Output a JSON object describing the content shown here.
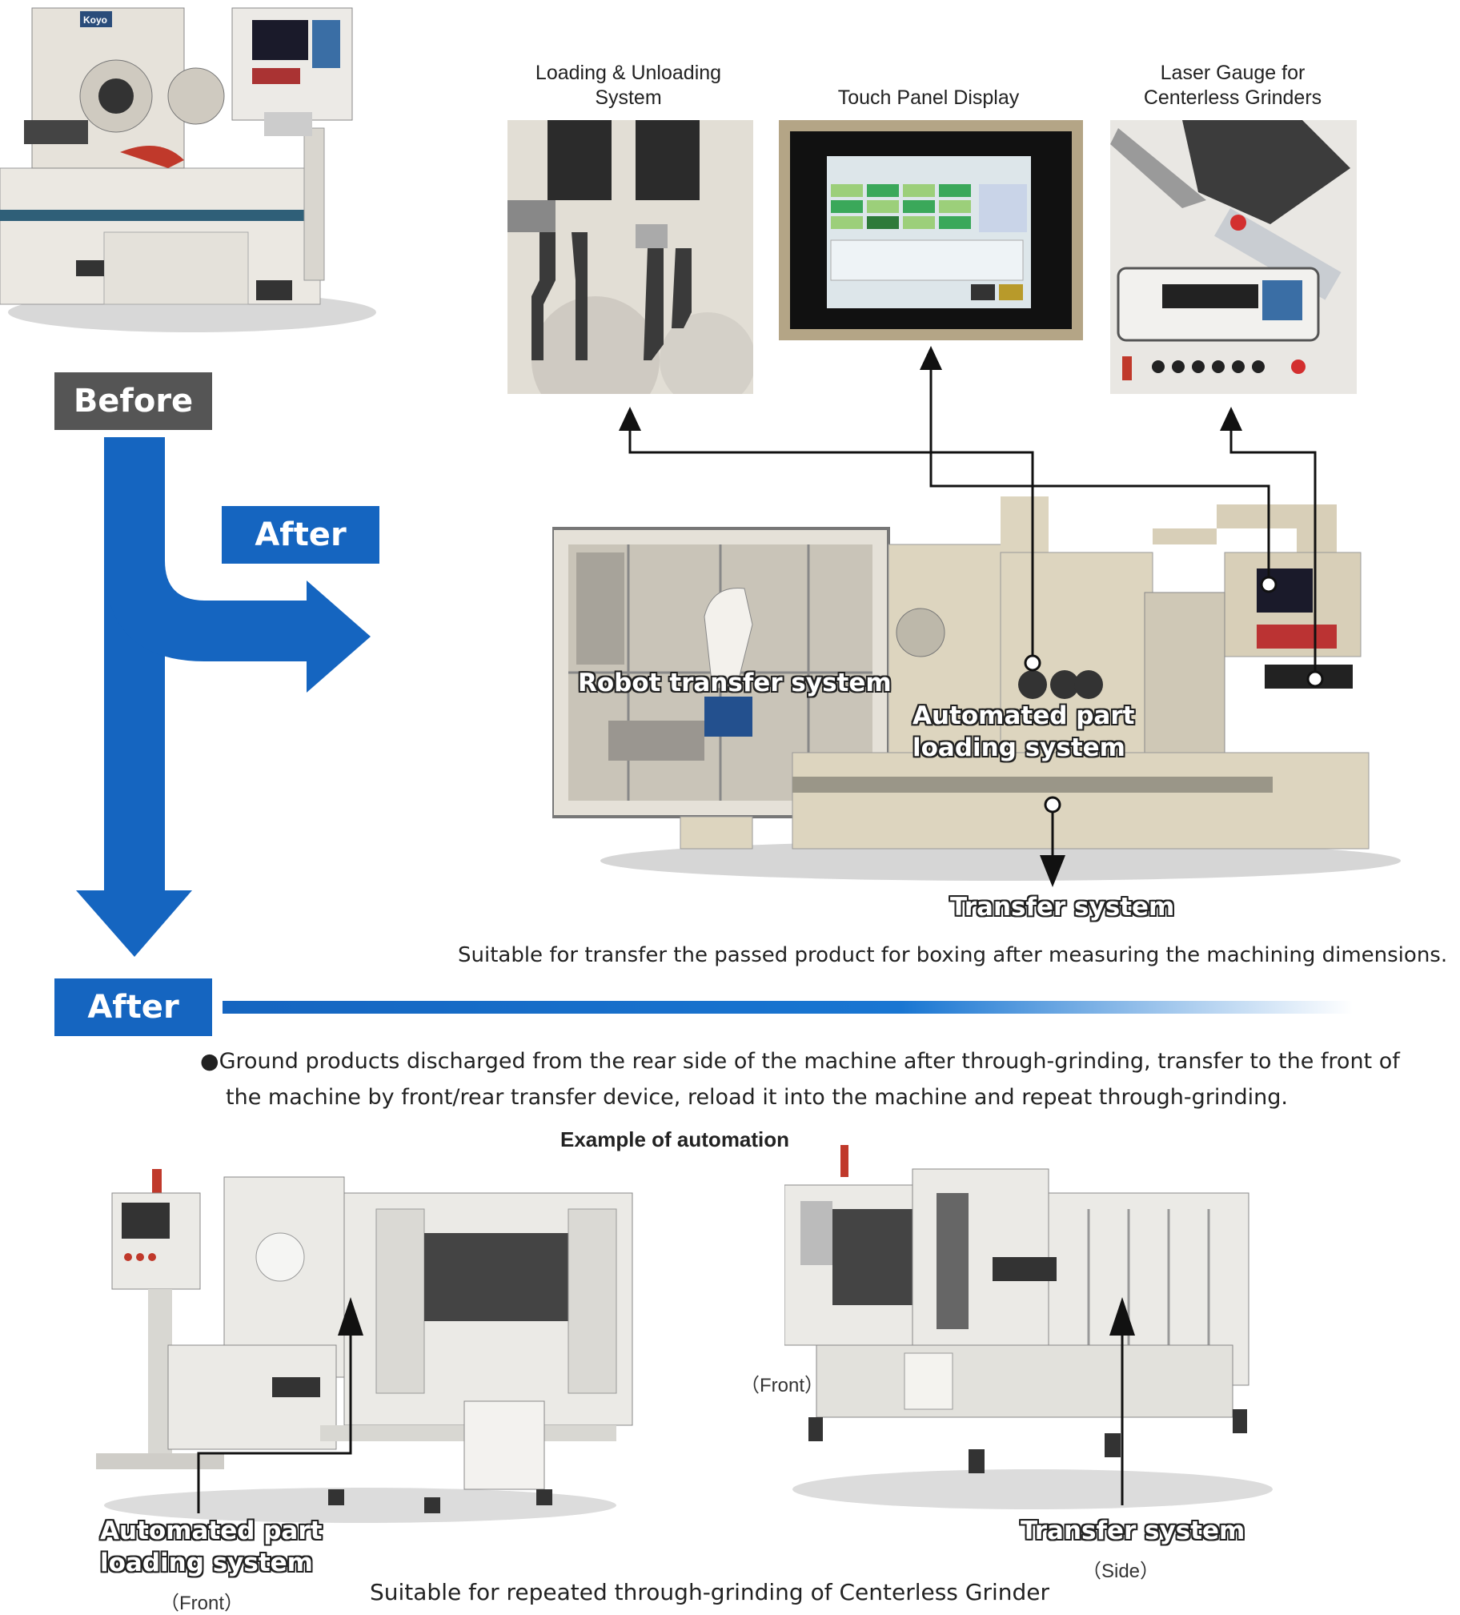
{
  "labels": {
    "before": "Before",
    "after_right": "After",
    "after_section": "After"
  },
  "top_images": {
    "loading": "Loading & Unloading\nSystem",
    "touch_panel": "Touch Panel Display",
    "laser_gauge": "Laser Gauge for\nCenterless Grinders"
  },
  "machine_logo": "Koyo",
  "callouts": {
    "robot": "Robot transfer system",
    "auto_loading_line1": "Automated part",
    "auto_loading_line2": "loading system",
    "transfer": "Transfer system"
  },
  "notes": {
    "upper_note": "Suitable for transfer the passed product for boxing after measuring the machining dimensions.",
    "bullet": "●",
    "description_line1": "Ground products discharged from the rear side of the machine after through-grinding, transfer to the front  of",
    "description_line2": "the machine by front/rear transfer device, reload it into the machine and repeat through-grinding."
  },
  "example": {
    "heading": "Example of automation",
    "left_callout_line1": "Automated part",
    "left_callout_line2": "loading system",
    "left_view": "（Front）",
    "right_front": "（Front）",
    "right_callout": "Transfer system",
    "right_view": "（Side）",
    "footer_note": "Suitable for repeated through-grinding of Centerless Grinder"
  },
  "colors": {
    "blue": "#1565c0",
    "dark_badge": "#555555",
    "machine_beige": "#ddd5bf",
    "machine_white": "#ebeae6"
  }
}
